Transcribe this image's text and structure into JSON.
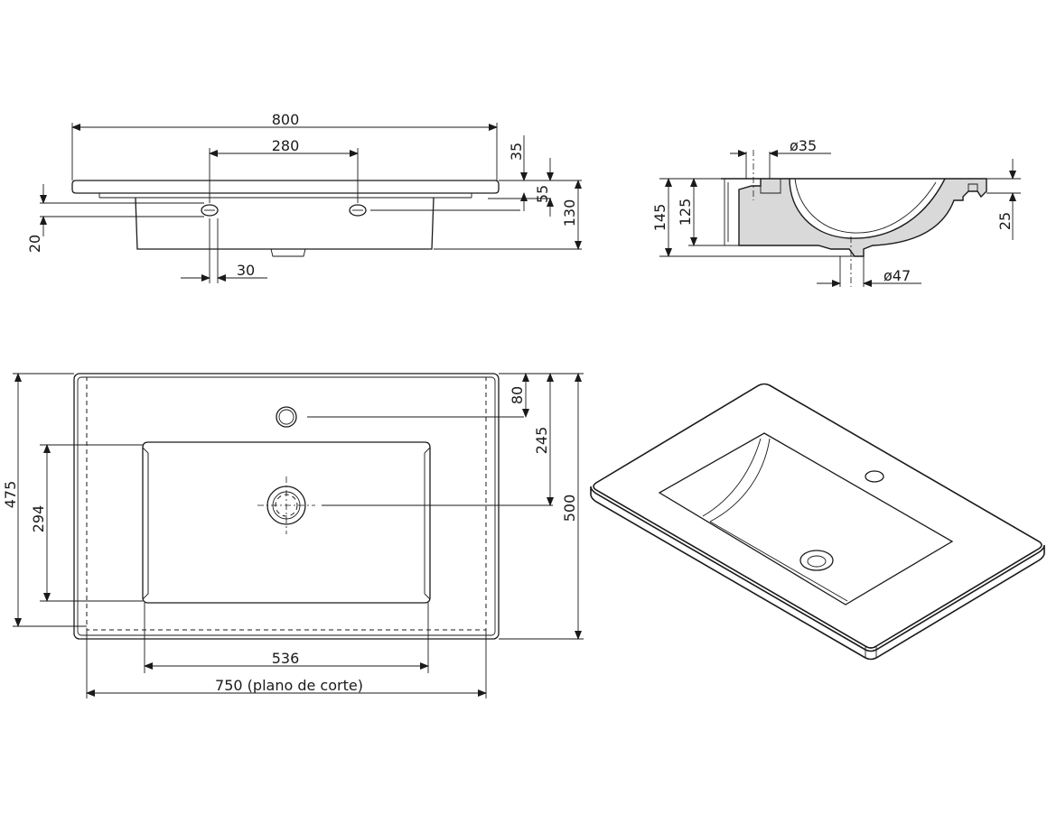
{
  "front_view": {
    "dim_width": "800",
    "dim_tap_spacing": "280",
    "dim_top_35": "35",
    "dim_55": "55",
    "dim_130": "130",
    "dim_20": "20",
    "dim_30": "30"
  },
  "section_view": {
    "dim_tap_diameter": "ø35",
    "dim_drain_diameter": "ø47",
    "dim_145": "145",
    "dim_125": "125",
    "dim_25": "25"
  },
  "plan_view": {
    "dim_80": "80",
    "dim_245": "245",
    "dim_500": "500",
    "dim_475": "475",
    "dim_294": "294",
    "dim_536": "536",
    "dim_cut_plane": "750 (plano de corte)"
  }
}
